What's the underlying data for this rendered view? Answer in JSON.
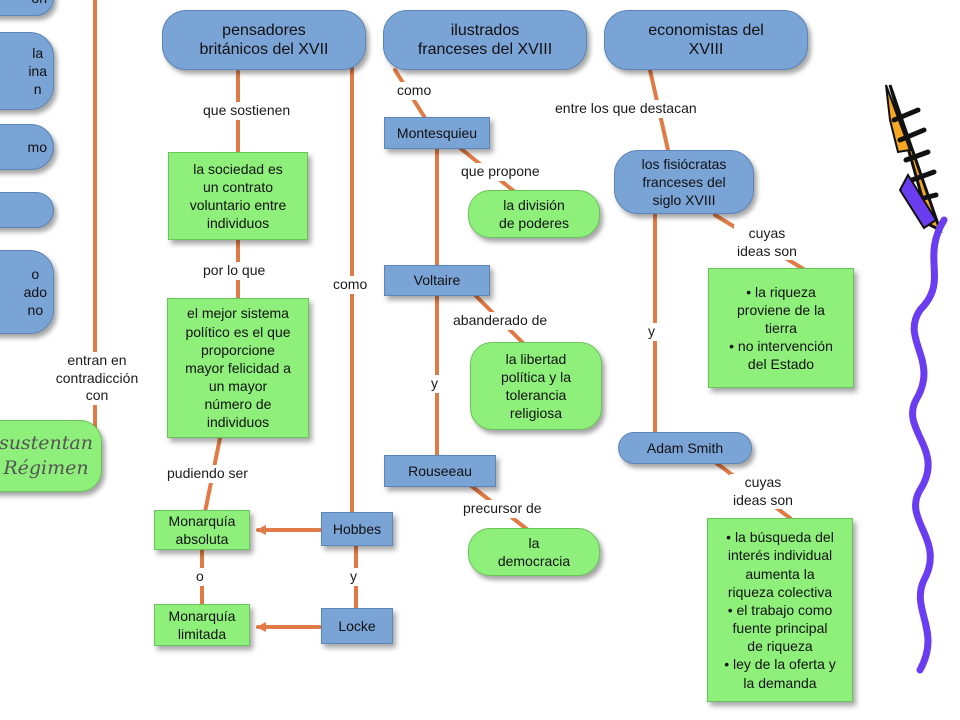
{
  "left_partial": {
    "box1": "on",
    "box2": "la\nina\nn",
    "box3": "mo",
    "box4": "",
    "box5": "o\nado\nno",
    "old_regime_box": "sustentan\nRégimen"
  },
  "groups": {
    "british": "pensadores\nbritánicos del XVII",
    "french": "ilustrados\nfranceses del XVIII",
    "economists": "economistas del\nXVIII"
  },
  "british_branch": {
    "que_sostienen": "que sostienen",
    "social_contract": "la sociedad es\nun contrato\nvoluntario entre\nindividuos",
    "por_lo_que": "por lo que",
    "best_system": "el mejor sistema\npolítico es el que\nproporcione\nmayor felicidad a\nun mayor\nnúmero de\nindividuos",
    "pudiendo_ser": "pudiendo ser",
    "absolute": "Monarquía\nabsoluta",
    "o": "o",
    "limited": "Monarquía\nlimitada",
    "como": "como",
    "hobbes": "Hobbes",
    "y": "y",
    "locke": "Locke"
  },
  "left_link": "entran en\ncontradicción\ncon",
  "french_branch": {
    "como": "como",
    "montesquieu": "Montesquieu",
    "que_propone": "que propone",
    "division": "la división\nde poderes",
    "voltaire": "Voltaire",
    "abanderado": "abanderado de",
    "libertad": "la libertad\npolítica y la\ntolerancia\nreligiosa",
    "y": "y",
    "rousseau": "Rouseeau",
    "precursor": "precursor de",
    "democracia": "la\ndemocracia"
  },
  "economists_branch": {
    "entre": "entre los que destacan",
    "fisiocratas": "los fisiócratas\nfranceses del\nsiglo XVIII",
    "cuyas1": "cuyas\nideas son",
    "ideas1": "• la riqueza\nproviene de la\ntierra\n• no intervención\ndel Estado",
    "y": "y",
    "smith": "Adam Smith",
    "cuyas2": "cuyas\nideas son",
    "ideas2": "• la búsqueda del\ninterés individual\naumenta la\nriqueza colectiva\n• el trabajo como\nfuente principal\nde riqueza\n• ley de la oferta y\nla demanda"
  },
  "colors": {
    "node_blue": "#7aa3d6",
    "node_green": "#8ef07a",
    "connector": "#e07b45",
    "quill_orange": "#f5a623",
    "quill_purple": "#6b3df0"
  }
}
